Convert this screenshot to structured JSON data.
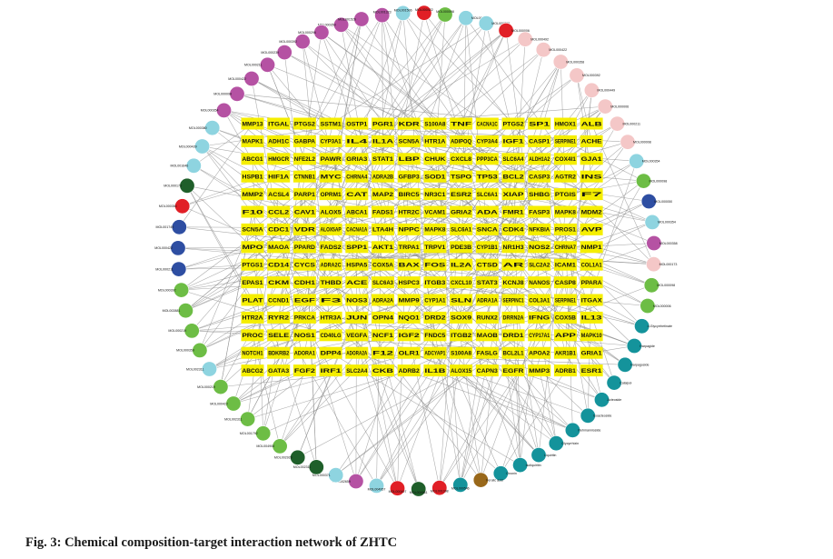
{
  "caption": "Fig. 3: Chemical composition-target interaction network of ZHTC",
  "colors": {
    "target_fill": "#f5ee00",
    "edge": "#8c8c8c",
    "purple": "#b552a3",
    "light_blue": "#8ed4e0",
    "red": "#e11f26",
    "green": "#6dbd45",
    "dark_green": "#1f5f2a",
    "navy": "#2e4ea2",
    "pink": "#f4c7c7",
    "teal": "#14939b",
    "brown": "#99681a"
  },
  "targets": [
    [
      "MMP13",
      "ITGAL",
      "PTGS2",
      "SSTM1",
      "OSTP1",
      "PGR1",
      "KDR",
      "S100A8",
      "TNF",
      "CACNA1C",
      "PTGS2",
      "SP1",
      "HMOX1",
      "ALB"
    ],
    [
      "MAPK1",
      "ADH1C",
      "GABPA",
      "CYP3A1",
      "IL4",
      "IL1A",
      "SCN5A",
      "HTR1A",
      "ADIPOQ",
      "CYP3A4",
      "IGF1",
      "CASP1",
      "SERPINE1",
      "ACHE"
    ],
    [
      "ABCG1",
      "HMGCR",
      "NFE2L2",
      "PAWR",
      "GRIA3",
      "STAT1",
      "LBP",
      "CHUK",
      "CXCL8",
      "PPP3CA",
      "SLC6A4",
      "ALDH1A2",
      "COX4I1",
      "GJA1"
    ],
    [
      "HSPB1",
      "HIF1A",
      "CTNNB1",
      "MYC",
      "CHRNA4",
      "ADRA2B",
      "GFBP3",
      "SOD1",
      "TSPO",
      "TP53",
      "BCL2",
      "CASP3",
      "AGTR2",
      "INS"
    ],
    [
      "MMP2",
      "ACSL4",
      "PARP1",
      "OPRM1",
      "CAT",
      "MAP2",
      "BIRC5",
      "NR3C1",
      "ESR2",
      "SLC6A1",
      "XIAP",
      "SHBG",
      "PTGIS",
      "F7"
    ],
    [
      "F10",
      "CCL2",
      "CAV1",
      "ALOX5",
      "ABCA1",
      "FADS1",
      "HTR2C",
      "VCAM1",
      "GRIA2",
      "ADA",
      "FMR1",
      "FASP3",
      "MAPK8",
      "MDM2"
    ],
    [
      "SCN5A",
      "CDC1",
      "VDR",
      "ALOX5AP",
      "CACNA1A",
      "LTA4H",
      "NPPC",
      "MAPK8",
      "SLC6A1",
      "SNCA",
      "CDK4",
      "NFKBIA",
      "PROS1",
      "AVP"
    ],
    [
      "MPO",
      "MAOA",
      "PPARD",
      "FADS2",
      "SPP1",
      "AKT1",
      "TRPA1",
      "TRPV1",
      "PDE3B",
      "CYP1B1",
      "NR1H3",
      "NOS2",
      "CHRNA7",
      "NMP1"
    ],
    [
      "PTGS1",
      "CD14",
      "CYCS",
      "ADRA2C",
      "HSPA5",
      "COX5A",
      "BAX",
      "FOS",
      "IL2A",
      "CTSD",
      "AR",
      "SLC2A2",
      "ICAM1",
      "COL1A1"
    ],
    [
      "EPAS1",
      "CKM",
      "CDH1",
      "THBD",
      "ACE",
      "SLC6A3",
      "HSPC3",
      "ITGB3",
      "CXCL10",
      "STAT3",
      "KCNJ8",
      "NANOS",
      "CASP8",
      "PPARA"
    ],
    [
      "PLAT",
      "CCND1",
      "EGF",
      "F3",
      "NOS3",
      "ADRA2A",
      "MMP9",
      "CYP1A1",
      "SLN",
      "ADRA1A",
      "SERPINC1",
      "COL3A1",
      "SERPINE1",
      "ITGAX"
    ],
    [
      "HTR2A",
      "RYR2",
      "PRKCA",
      "HTR3A",
      "JUN",
      "OPN4",
      "NQO1",
      "DRD2",
      "SOX9",
      "RUNX2",
      "DRRN2A",
      "IFNG",
      "COX5B",
      "IL13"
    ],
    [
      "PROC",
      "SELE",
      "NOS1",
      "CD40LG",
      "VEGFA",
      "NCF1",
      "IGF2",
      "FNDC5",
      "ITGB2",
      "MAOB",
      "DRD1",
      "CYP17A1",
      "APP",
      "MAPK10"
    ],
    [
      "NOTCH1",
      "BDKRB2",
      "ADORA1",
      "DPP4",
      "ADORA2A",
      "F12",
      "OLR1",
      "ADCYAP1",
      "S100A8",
      "FASLG",
      "BCL2L1",
      "APOA2",
      "AKR1B1",
      "GRIA1"
    ],
    [
      "ABCG2",
      "GATA3",
      "FGF2",
      "IRF1",
      "SLC2A4",
      "CKB",
      "ADRB2",
      "IL1B",
      "ALOX15",
      "CAPN3",
      "EGFR",
      "MMP3",
      "ADRB1",
      "ESR1"
    ]
  ],
  "molecules": [
    {
      "label": "MOL000359",
      "color": "purple"
    },
    {
      "label": "MOL001526",
      "color": "purple"
    },
    {
      "label": "MOL001323",
      "color": "purple"
    },
    {
      "label": "MOL001506",
      "color": "light_blue"
    },
    {
      "label": "MOL000422",
      "color": "red"
    },
    {
      "label": "MOL000098",
      "color": "green"
    },
    {
      "label": "MOL004328",
      "color": "light_blue"
    },
    {
      "label": "MOL000392",
      "color": "light_blue"
    },
    {
      "label": "MOL000006",
      "color": "red"
    },
    {
      "label": "MOL000492",
      "color": "pink"
    },
    {
      "label": "MOL000422",
      "color": "pink"
    },
    {
      "label": "MOL000358",
      "color": "pink"
    },
    {
      "label": "MOL000392",
      "color": "pink"
    },
    {
      "label": "MOL000449",
      "color": "pink"
    },
    {
      "label": "MOL000006",
      "color": "pink"
    },
    {
      "label": "MOL000211",
      "color": "pink"
    },
    {
      "label": "MOL000008",
      "color": "pink"
    },
    {
      "label": "MOL000354",
      "color": "light_blue"
    },
    {
      "label": "MOL000098",
      "color": "green"
    },
    {
      "label": "MOL000050",
      "color": "navy"
    },
    {
      "label": "MOL000354",
      "color": "light_blue"
    },
    {
      "label": "MOL000358",
      "color": "purple"
    },
    {
      "label": "MOL000173",
      "color": "pink"
    },
    {
      "label": "MOL000098",
      "color": "green"
    },
    {
      "label": "MOL000006",
      "color": "green"
    },
    {
      "label": "d-Glycyrrhetinate",
      "color": "teal"
    },
    {
      "label": "Harpagide",
      "color": "teal"
    },
    {
      "label": "Harpagoside",
      "color": "teal"
    },
    {
      "label": "Catalpol",
      "color": "teal"
    },
    {
      "label": "Acteoside",
      "color": "teal"
    },
    {
      "label": "Isoacteoside",
      "color": "teal"
    },
    {
      "label": "Rehmannioside",
      "color": "teal"
    },
    {
      "label": "Glycyrrhizin",
      "color": "teal"
    },
    {
      "label": "Liquiritin",
      "color": "teal"
    },
    {
      "label": "Isoliquiritin",
      "color": "teal"
    },
    {
      "label": "Ononin",
      "color": "teal"
    },
    {
      "label": "Ferulic acid",
      "color": "brown"
    },
    {
      "label": "MOL000546",
      "color": "teal"
    },
    {
      "label": "MOL001098",
      "color": "red"
    },
    {
      "label": "MOL004961",
      "color": "dark_green"
    },
    {
      "label": "MOL000497",
      "color": "red"
    },
    {
      "label": "MOL004957",
      "color": "light_blue"
    },
    {
      "label": "MOL002659",
      "color": "purple"
    },
    {
      "label": "MOL000371",
      "color": "light_blue"
    },
    {
      "label": "MOL002311",
      "color": "dark_green"
    },
    {
      "label": "MOL002929",
      "color": "dark_green"
    },
    {
      "label": "MOL004908",
      "color": "green"
    },
    {
      "label": "MOL001792",
      "color": "green"
    },
    {
      "label": "MOL002311",
      "color": "green"
    },
    {
      "label": "MOL000422",
      "color": "green"
    },
    {
      "label": "MOL000219",
      "color": "green"
    },
    {
      "label": "MOL002311",
      "color": "light_blue"
    },
    {
      "label": "MOL000359",
      "color": "green"
    },
    {
      "label": "MOL000219",
      "color": "green"
    },
    {
      "label": "MOL002881",
      "color": "green"
    },
    {
      "label": "MOL000392",
      "color": "green"
    },
    {
      "label": "MOL000211",
      "color": "navy"
    },
    {
      "label": "MOL000422",
      "color": "navy"
    },
    {
      "label": "MOL001749",
      "color": "navy"
    },
    {
      "label": "MOL000354",
      "color": "red"
    },
    {
      "label": "MOL000173",
      "color": "dark_green"
    },
    {
      "label": "MOL001646",
      "color": "light_blue"
    },
    {
      "label": "MOL000439",
      "color": "light_blue"
    },
    {
      "label": "MOL000380",
      "color": "light_blue"
    },
    {
      "label": "MOL000354",
      "color": "purple"
    },
    {
      "label": "MOL000098",
      "color": "purple"
    },
    {
      "label": "MOL000422",
      "color": "purple"
    },
    {
      "label": "MOL000211",
      "color": "purple"
    },
    {
      "label": "MOL000239",
      "color": "purple"
    },
    {
      "label": "MOL000392",
      "color": "purple"
    },
    {
      "label": "MOL000296",
      "color": "purple"
    }
  ]
}
